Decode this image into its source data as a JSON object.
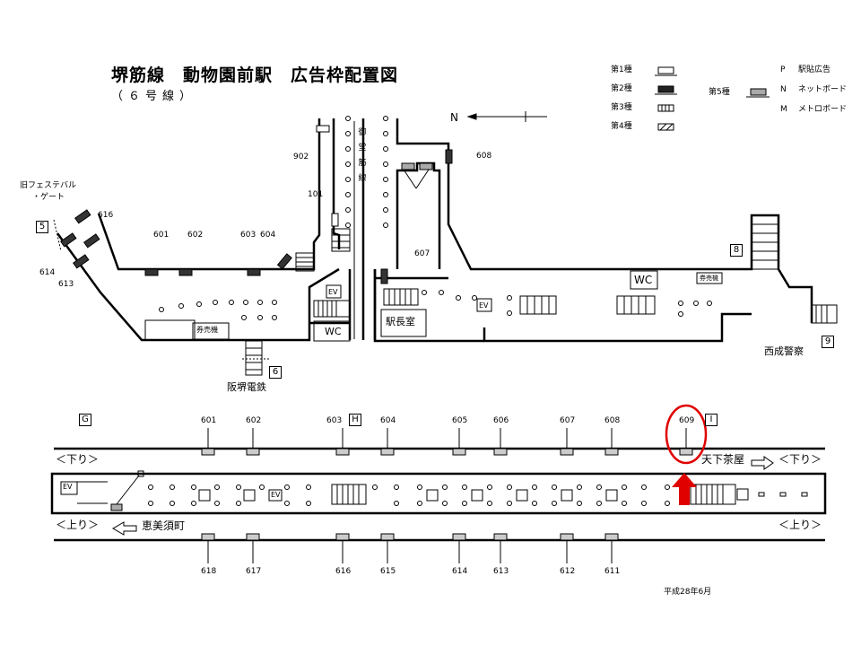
{
  "title": "堺筋線　動物園前駅　広告枠配置図",
  "subtitle": "（６号線）",
  "date": "平成28年6月",
  "direction_north": "N",
  "legend": {
    "type1": "第1種",
    "type2": "第2種",
    "type3": "第3種",
    "type4": "第4種",
    "type5": "第5種",
    "p_key": "P",
    "p_label": "駅貼広告",
    "n_key": "N",
    "n_label": "ネットボード",
    "m_key": "M",
    "m_label": "メトロボード"
  },
  "concourse": {
    "old_gate_line1": "旧フェステバル",
    "old_gate_line2": "・ゲート",
    "street_label": "御堂筋線",
    "exit_hankai": "阪堺電鉄",
    "exit_nishinari": "西成警察",
    "station_office": "駅長室",
    "ticket_machine": "券売機",
    "wc": "WC",
    "ev": "EV",
    "exits": [
      "5",
      "6",
      "8",
      "9"
    ],
    "ad_labels": [
      "601",
      "602",
      "603",
      "604",
      "607",
      "608",
      "616",
      "614",
      "613",
      "902",
      "101"
    ]
  },
  "platform": {
    "section_letters": [
      "G",
      "H",
      "I"
    ],
    "down_label": "＜下り＞",
    "up_label": "＜上り＞",
    "toward_tengachaya": "天下茶屋",
    "toward_ebisucho": "恵美須町",
    "upper_ads": [
      "601",
      "602",
      "603",
      "604",
      "605",
      "606",
      "607",
      "608",
      "609"
    ],
    "lower_ads": [
      "618",
      "617",
      "616",
      "615",
      "614",
      "613",
      "612",
      "611"
    ],
    "highlighted_ad": "609",
    "highlight_color": "#e00000"
  }
}
